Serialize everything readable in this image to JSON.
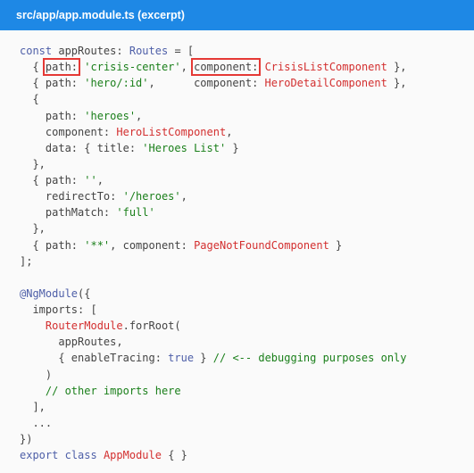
{
  "header": {
    "title": "src/app/app.module.ts (excerpt)"
  },
  "code": {
    "l1": {
      "kw": "const",
      "name": "appRoutes",
      "colon": ":",
      "type": "Routes",
      "rest": " = ["
    },
    "l2": {
      "open": "  { ",
      "path": "path:",
      "str": "'crisis-center'",
      "comma": ", ",
      "component": "component:",
      "cls": "CrisisListComponent",
      "close": " },"
    },
    "l3": {
      "open": "  { path: ",
      "str": "'hero/:id'",
      "mid": ",      component: ",
      "cls": "HeroDetailComponent",
      "close": " },"
    },
    "l4": "  {",
    "l5": {
      "pre": "    path: ",
      "str": "'heroes'",
      "post": ","
    },
    "l6": {
      "pre": "    component: ",
      "cls": "HeroListComponent",
      "post": ","
    },
    "l7": {
      "pre": "    data: { title: ",
      "str": "'Heroes List'",
      "post": " }"
    },
    "l8": "  },",
    "l9": {
      "pre": "  { path: ",
      "str": "''",
      "post": ","
    },
    "l10": {
      "pre": "    redirectTo: ",
      "str": "'/heroes'",
      "post": ","
    },
    "l11": {
      "pre": "    pathMatch: ",
      "str": "'full'"
    },
    "l12": "  },",
    "l13": {
      "pre": "  { path: ",
      "str": "'**'",
      "mid": ", component: ",
      "cls": "PageNotFoundComponent",
      "post": " }"
    },
    "l14": "];",
    "l15": "",
    "l16": {
      "dec": "@NgModule",
      "post": "({"
    },
    "l17": "  imports: [",
    "l18": {
      "pre": "    ",
      "cls": "RouterModule",
      "post": ".forRoot("
    },
    "l19": "      appRoutes,",
    "l20": {
      "pre": "      { enableTracing: ",
      "bool": "true",
      "post": " } ",
      "cmt": "// <-- debugging purposes only"
    },
    "l21": "    )",
    "l22": {
      "pre": "    ",
      "cmt": "// other imports here"
    },
    "l23": "  ],",
    "l24": "  ...",
    "l25": "})",
    "l26": {
      "kw1": "export",
      "sp": " ",
      "kw2": "class",
      "sp2": " ",
      "cls": "AppModule",
      "post": " { }"
    }
  }
}
